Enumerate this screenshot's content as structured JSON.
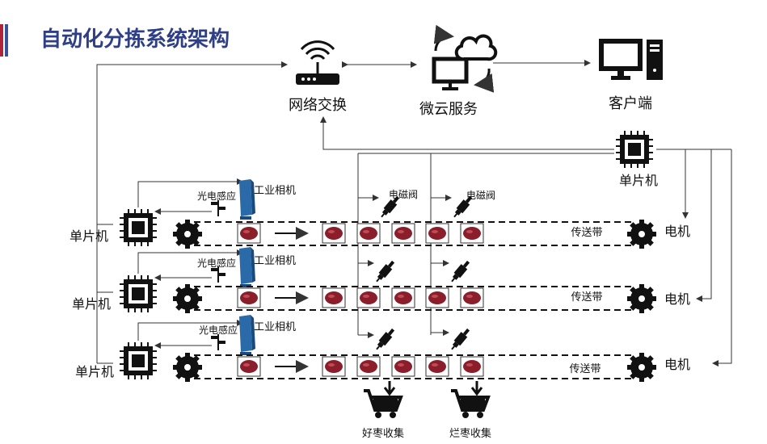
{
  "title": "自动化分拣系统架构",
  "colors": {
    "accent": "#b0233b",
    "title": "#2f3f86",
    "date": "#8b1e2b"
  },
  "top_nodes": {
    "network": "网络交换",
    "cloud": "微云服务",
    "client": "客户端"
  },
  "main_mcu": "单片机",
  "lines": [
    {
      "mcu": "单片机",
      "sensor": "光电感应",
      "camera": "工业相机",
      "belt": "传送带",
      "motor": "电机"
    },
    {
      "mcu": "单片机",
      "sensor": "光电感应",
      "camera": "工业相机",
      "belt": "传送带",
      "motor": "电机"
    },
    {
      "mcu": "单片机",
      "sensor": "光电感应",
      "camera": "工业相机",
      "belt": "传送带",
      "motor": "电机"
    }
  ],
  "valve": "电磁阀",
  "bins": {
    "good": "好枣收集",
    "bad": "烂枣收集"
  },
  "icons": [
    "router-icon",
    "cloud-sync-icon",
    "desktop-computer-icon",
    "chip-icon",
    "gear-icon",
    "camera-icon",
    "sensor-icon",
    "valve-icon",
    "cart-icon"
  ]
}
